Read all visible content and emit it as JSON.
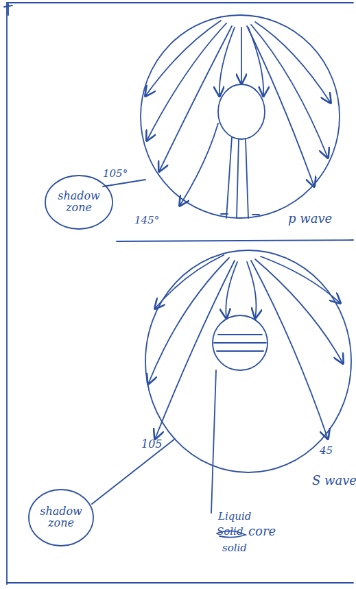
{
  "diagram": {
    "nodes": [
      {
        "text": [
          "shadow zone"
        ]
      },
      {
        "text": [
          "shadow zone"
        ]
      }
    ],
    "labels": [
      "105°",
      "145°",
      "p wave",
      "105",
      "45",
      "S wave",
      "Liquid",
      "Solid",
      "core",
      "solid"
    ]
  }
}
